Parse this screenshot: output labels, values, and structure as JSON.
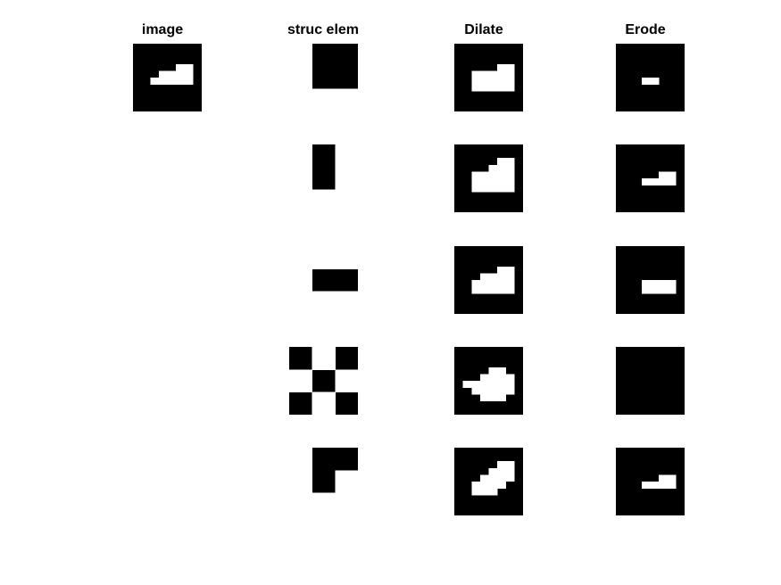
{
  "figure": {
    "titles": {
      "image": "image",
      "struc_elem": "struc elem",
      "dilate": "Dilate",
      "erode": "Erode"
    },
    "colors": {
      "on": "#ffffff",
      "off": "#000000",
      "background": "#ffffff"
    },
    "image": [
      "00000000",
      "00000000",
      "00000000",
      "00000110",
      "00011110",
      "00111110",
      "00000000",
      "00000000",
      "00000000",
      "00000000"
    ],
    "rows": [
      {
        "struc_elem": [
          "100",
          "100",
          "111"
        ],
        "dilate": [
          "00000000",
          "00000000",
          "00000000",
          "00000110",
          "00111110",
          "00111110",
          "00111110",
          "00000000",
          "00000000",
          "00000000"
        ],
        "erode": [
          "00000000",
          "00000000",
          "00000000",
          "00000000",
          "00000000",
          "00011000",
          "00000000",
          "00000000",
          "00000000",
          "00000000"
        ]
      },
      {
        "struc_elem": [
          "101",
          "101",
          "111"
        ],
        "dilate": [
          "00000000",
          "00000000",
          "00000110",
          "00001110",
          "00111110",
          "00111110",
          "00111110",
          "00000000",
          "00000000",
          "00000000"
        ],
        "erode": [
          "00000000",
          "00000000",
          "00000000",
          "00000000",
          "00000110",
          "00011110",
          "00000000",
          "00000000",
          "00000000",
          "00000000"
        ]
      },
      {
        "struc_elem": [
          "111",
          "100",
          "111"
        ],
        "dilate": [
          "00000000",
          "00000000",
          "00000000",
          "00000110",
          "00011110",
          "00111110",
          "00111110",
          "00000000",
          "00000000",
          "00000000"
        ],
        "erode": [
          "00000000",
          "00000000",
          "00000000",
          "00000000",
          "00000000",
          "00011110",
          "00011110",
          "00000000",
          "00000000",
          "00000000"
        ]
      },
      {
        "struc_elem": [
          "010",
          "101",
          "010"
        ],
        "dilate": [
          "00000000",
          "00000000",
          "00000000",
          "00001100",
          "00011110",
          "01111110",
          "00111110",
          "00011100",
          "00000000",
          "00000000"
        ],
        "erode": [
          "00000000",
          "00000000",
          "00000000",
          "00000000",
          "00000000",
          "00000000",
          "00000000",
          "00000000",
          "00000000",
          "00000000"
        ]
      },
      {
        "struc_elem": [
          "100",
          "101",
          "111"
        ],
        "dilate": [
          "00000000",
          "00000000",
          "00000110",
          "00001110",
          "00011110",
          "00111100",
          "00111000",
          "00000000",
          "00000000",
          "00000000"
        ],
        "erode": [
          "00000000",
          "00000000",
          "00000000",
          "00000000",
          "00000110",
          "00011110",
          "00000000",
          "00000000",
          "00000000",
          "00000000"
        ]
      }
    ]
  }
}
